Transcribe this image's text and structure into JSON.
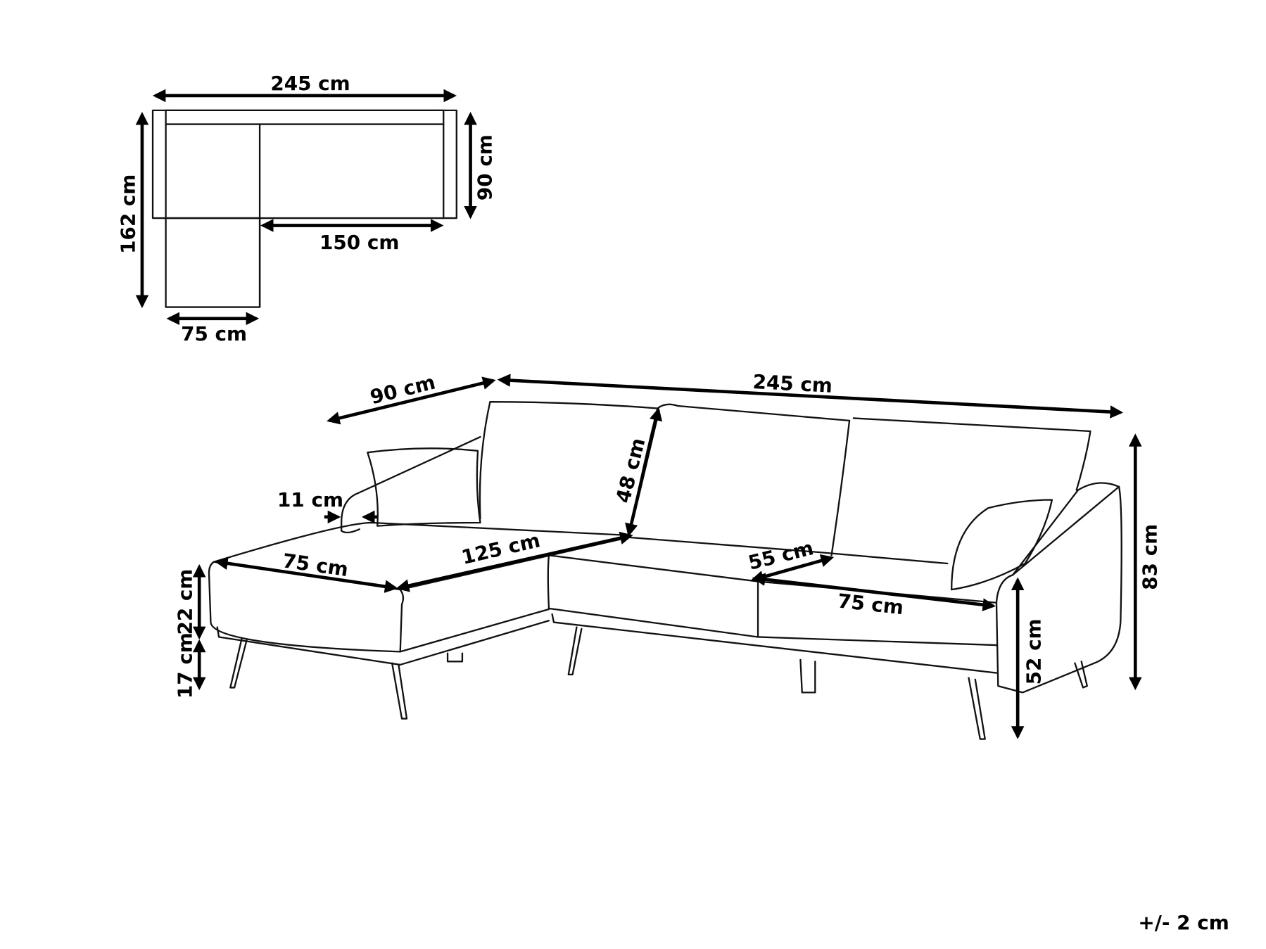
{
  "top_view": {
    "width": "245 cm",
    "depth_total": "162 cm",
    "depth_main": "90 cm",
    "seat_length": "150 cm",
    "chaise_width": "75 cm"
  },
  "perspective_view": {
    "depth": "90 cm",
    "width": "245 cm",
    "armrest_width": "11 cm",
    "backrest_height": "48 cm",
    "chaise_seat_width": "75 cm",
    "chaise_seat_length": "125 cm",
    "seat_depth": "55 cm",
    "seat_width": "75 cm",
    "seat_cushion_height": "22 cm",
    "leg_height": "17 cm",
    "arm_height": "52 cm",
    "total_height": "83 cm"
  },
  "tolerance": "+/- 2 cm",
  "colors": {
    "line": "#111111",
    "background": "#ffffff"
  }
}
